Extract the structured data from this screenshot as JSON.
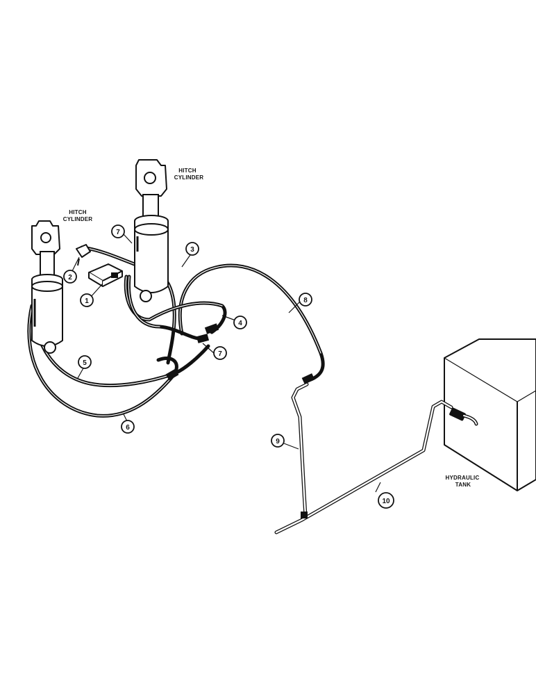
{
  "labels": {
    "hitch_cylinder_left": [
      "HITCH",
      "CYLINDER"
    ],
    "hitch_cylinder_right": [
      "HITCH",
      "CYLINDER"
    ],
    "hydraulic_tank": [
      "HYDRAULIC",
      "TANK"
    ]
  },
  "callouts": {
    "c1": "1",
    "c2": "2",
    "c3": "3",
    "c4": "4",
    "c5": "5",
    "c6": "6",
    "c7a": "7",
    "c7b": "7",
    "c8": "8",
    "c9": "9",
    "c10": "10"
  },
  "colors": {
    "ink": "#111111",
    "paper": "#ffffff"
  }
}
